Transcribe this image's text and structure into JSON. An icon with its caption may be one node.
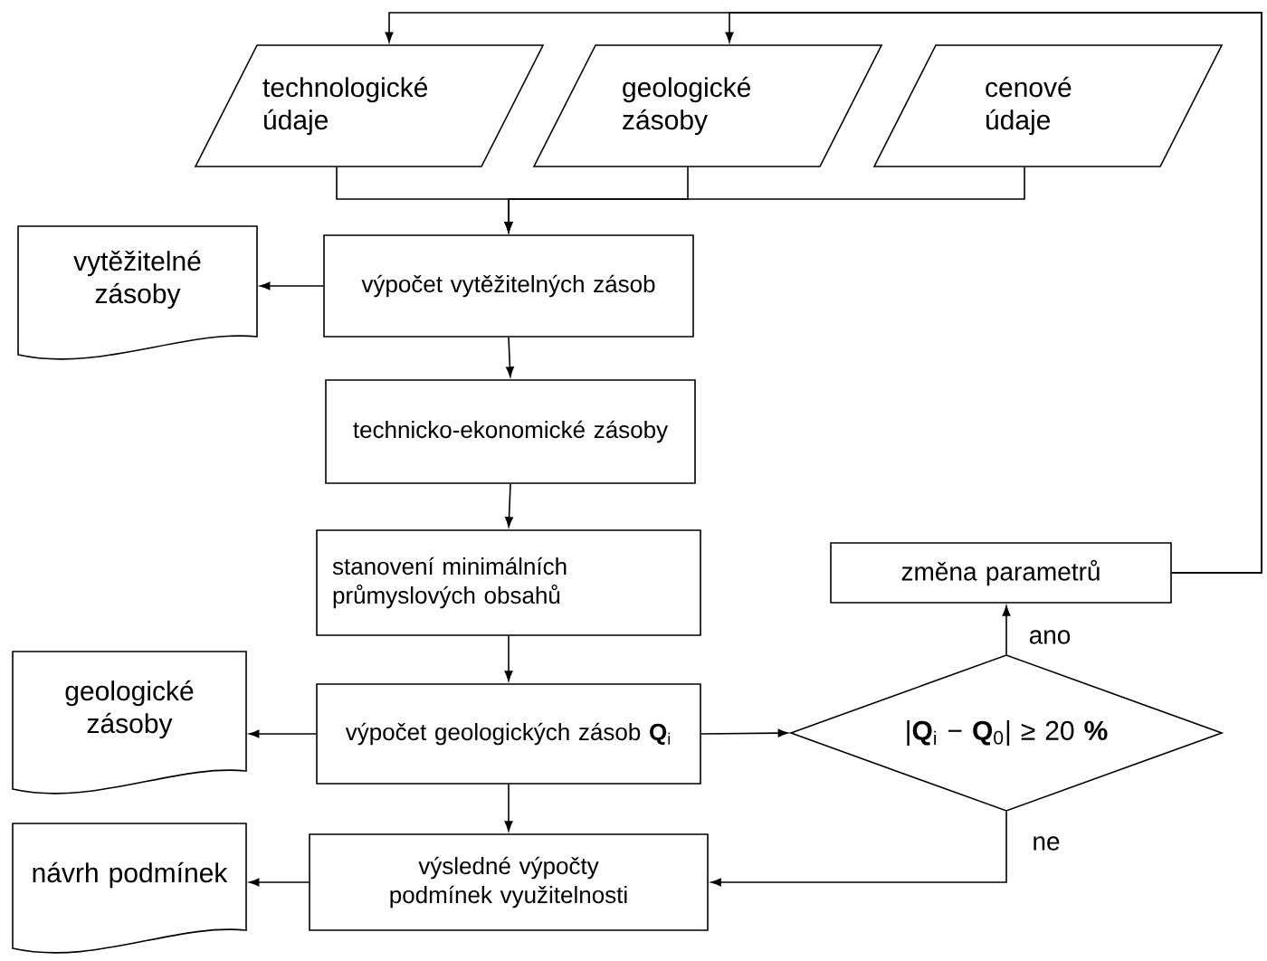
{
  "diagram": {
    "nodes": [
      {
        "text": [
          "technologické údaje"
        ]
      },
      {
        "text": [
          "geologické zásoby"
        ]
      },
      {
        "text": [
          "cenové údaje"
        ]
      },
      {
        "text": [
          "výpočet vytěžitelných zásob"
        ]
      },
      {
        "text": [
          "vytěžitelné zásoby"
        ]
      },
      {
        "text": [
          "technicko-ekonomické zásoby"
        ]
      },
      {
        "text": [
          "stanovení minimálních průmyslových obsahů"
        ]
      },
      {
        "text": [
          "změna parametrů"
        ]
      },
      {
        "text": [
          "|**Q**$_{i}$ − **Q**$_{0}$| ≥ 20 **%**"
        ]
      },
      {
        "text": [
          "geologické zásoby"
        ]
      },
      {
        "text": [
          "výpočet geologických zásob **Q**$_{i}$"
        ]
      },
      {
        "text": [
          "návrh podmínek"
        ]
      },
      {
        "text": [
          "výsledné výpočty podmínek využitelnosti"
        ]
      }
    ],
    "edges": [
      {
        "from": 7,
        "to": 0,
        "arrow": "to"
      },
      {
        "from": 7,
        "to": 1,
        "arrow": "to"
      },
      {
        "from": 0,
        "to": 3,
        "arrow": "to"
      },
      {
        "from": 1,
        "to": 3,
        "arrow": "to"
      },
      {
        "from": 2,
        "to": 3,
        "arrow": "to"
      },
      {
        "from": 3,
        "to": 4,
        "arrow": "to"
      },
      {
        "from": 3,
        "to": 5,
        "arrow": "to"
      },
      {
        "from": 5,
        "to": 6,
        "arrow": "to"
      },
      {
        "from": 6,
        "to": 10,
        "arrow": "to"
      },
      {
        "from": 10,
        "to": 9,
        "arrow": "to"
      },
      {
        "from": 10,
        "to": 8,
        "arrow": "to"
      },
      {
        "from": 8,
        "to": 7,
        "arrow": "to",
        "label": "ano"
      },
      {
        "from": 8,
        "to": 12,
        "arrow": "to",
        "label": "ne"
      },
      {
        "from": 10,
        "to": 12,
        "arrow": "to"
      },
      {
        "from": 12,
        "to": 11,
        "arrow": "to"
      }
    ]
  }
}
